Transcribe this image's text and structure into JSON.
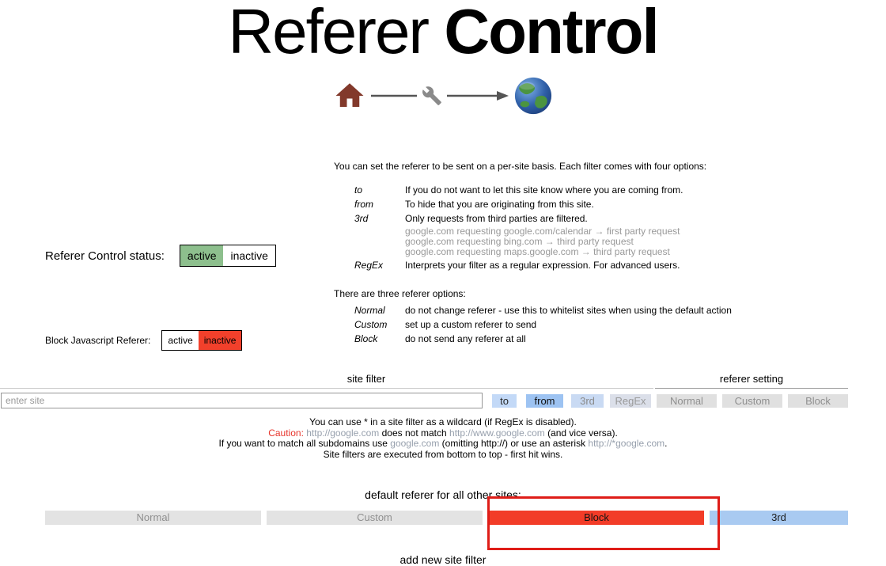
{
  "title": {
    "light": "Referer",
    "bold": "Control"
  },
  "icons": {
    "home": "home-icon",
    "wrench": "wrench-icon",
    "globe": "globe-icon",
    "arrow": "arrow-right-icon"
  },
  "colors": {
    "active_green": "#8dbf8d",
    "inactive_red": "#f2402b",
    "block_red": "#f23c28",
    "third_blue": "#a9caf1",
    "annotation_red": "#df1d18"
  },
  "status_row": {
    "label": "Referer Control status:",
    "active_label": "active",
    "inactive_label": "inactive",
    "selected": "active"
  },
  "js_row": {
    "label": "Block Javascript Referer:",
    "active_label": "active",
    "inactive_label": "inactive",
    "selected": "inactive"
  },
  "instructions": {
    "intro": "You can set the referer to be sent on a per-site basis. Each filter comes with four options:",
    "options": [
      {
        "term": "to",
        "desc": "If you do not want to let this site know where you are coming from."
      },
      {
        "term": "from",
        "desc": "To hide that you are originating from this site."
      },
      {
        "term": "3rd",
        "desc": "Only requests from third parties are filtered."
      },
      {
        "term": "RegEx",
        "desc": "Interprets your filter as a regular expression. For advanced users."
      }
    ],
    "third_examples": [
      "google.com requesting google.com/calendar → first party request",
      "google.com requesting bing.com → third party request",
      "google.com requesting maps.google.com → third party request"
    ],
    "referer_intro": "There are three referer options:",
    "referer_options": [
      {
        "term": "Normal",
        "desc": "do not change referer - use this to whitelist sites when using the default action"
      },
      {
        "term": "Custom",
        "desc": "set up a custom referer to send"
      },
      {
        "term": "Block",
        "desc": "do not send any referer at all"
      }
    ]
  },
  "filter_table": {
    "site_filter_header": "site filter",
    "referer_setting_header": "referer setting",
    "input_placeholder": "enter site",
    "scope_buttons": [
      "to",
      "from",
      "3rd",
      "RegEx"
    ],
    "setting_buttons": [
      "Normal",
      "Custom",
      "Block"
    ]
  },
  "caution": {
    "line1": "You can use * in a site filter as a wildcard (if RegEx is disabled).",
    "line2": {
      "prefix": "Caution:",
      "seg1": " http://google.com",
      "seg2": " does not match ",
      "seg3": "http://www.google.com",
      "seg4": " (and vice versa)."
    },
    "line3": {
      "seg1": "If you want to match all subdomains use ",
      "seg2": "google.com",
      "seg3": " (omitting http://) or use an asterisk ",
      "seg4": "http://*google.com",
      "seg5": "."
    },
    "line4": "Site filters are executed from bottom to top - first hit wins."
  },
  "default_section": {
    "label": "default referer for all other sites:",
    "buttons": [
      {
        "label": "Normal"
      },
      {
        "label": "Custom"
      },
      {
        "label": "Block"
      },
      {
        "label": "3rd"
      }
    ],
    "selected": "Block"
  },
  "bottom": {
    "add_filter_label": "add new site filter"
  }
}
